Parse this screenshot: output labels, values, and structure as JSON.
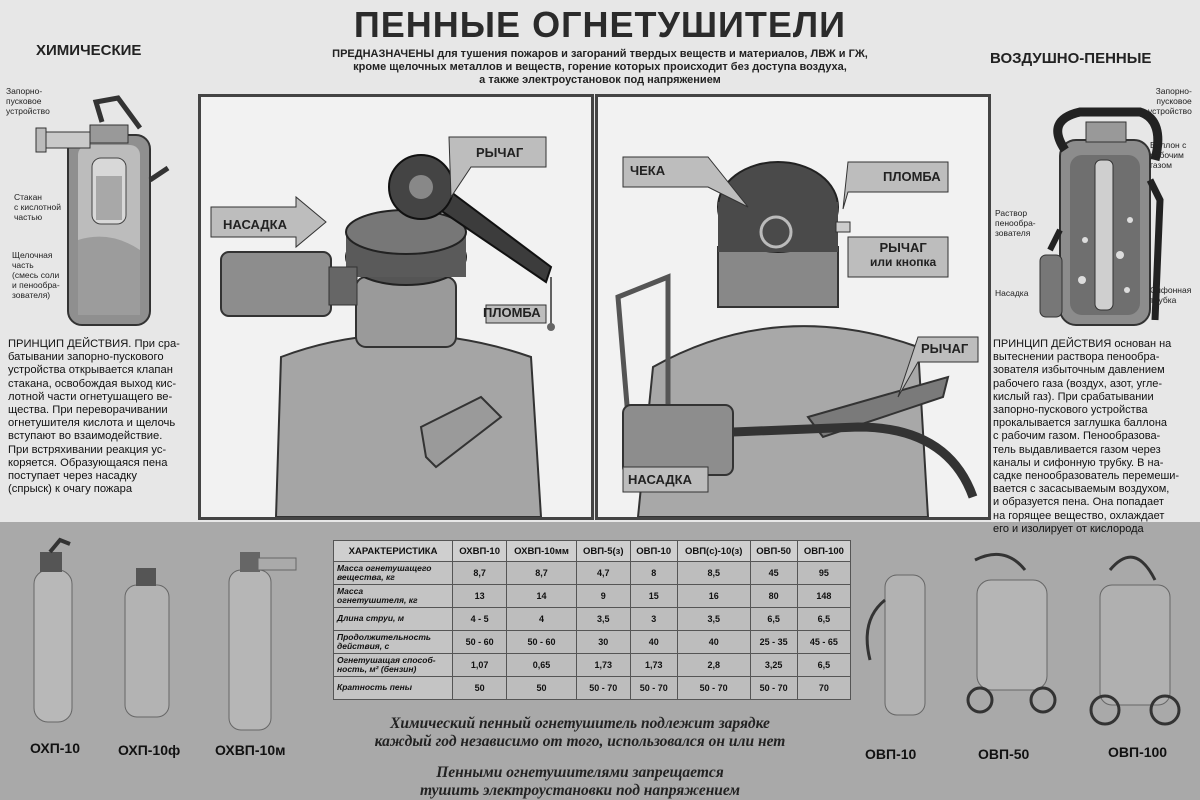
{
  "title": "ПЕННЫЕ ОГНЕТУШИТЕЛИ",
  "subtitle": [
    "ПРЕДНАЗНАЧЕНЫ для тушения пожаров и загораний твердых веществ и материалов,  ЛВЖ и ГЖ,",
    "кроме щелочных металлов и веществ, горение которых происходит без доступа воздуха,",
    "а также электроустановок под напряжением"
  ],
  "left": {
    "heading": "ХИМИЧЕСКИЕ",
    "labels": {
      "valve": [
        "Запорно-",
        "пусковое",
        "устройство"
      ],
      "cup": [
        "Стакан",
        "с кислотной",
        "частью"
      ],
      "alkali": [
        "Щелочная",
        "часть",
        "(смесь соли",
        "и пенообра-",
        "зователя)"
      ]
    },
    "principle": [
      "ПРИНЦИП ДЕЙСТВИЯ. При сра-",
      "батывании запорно-пускового",
      "устройства открывается клапан",
      "стакана, освобождая выход кис-",
      "лотной части огнетушащего ве-",
      "щества. При переворачивании",
      "огнетушителя кислота и щелочь",
      "вступают во взаимодействие.",
      "При встряхивании реакция ус-",
      "коряется. Образующаяся пена",
      "поступает через насадку",
      "(спрыск) к очагу пожара"
    ]
  },
  "right": {
    "heading": "ВОЗДУШНО-ПЕННЫЕ",
    "labels": {
      "valve": [
        "Запорно-",
        "пусковое",
        "устройство"
      ],
      "balloon": [
        "Баллон с",
        "рабочим",
        "газом"
      ],
      "solution": [
        "Раствор",
        "пенообра-",
        "зователя"
      ],
      "nozzle": "Насадка",
      "siphon": [
        "Сифонная",
        "трубка"
      ]
    },
    "principle": [
      "ПРИНЦИП ДЕЙСТВИЯ основан на",
      "вытеснении раствора пенообра-",
      "зователя избыточным давлением",
      "рабочего газа (воздух, азот,  угле-",
      "кислый газ). При срабатывании",
      "запорно-пускового устройства",
      "прокалывается заглушка баллона",
      "с рабочим газом. Пенообразова-",
      "тель  выдавливается газом через",
      "каналы и сифонную трубку. В на-",
      "садке пенообразователь перемеши-",
      "вается с засасываемым воздухом,",
      "и образуется пена.  Она попадает",
      "на горящее вещество, охлаждает",
      "его и изолирует от кислорода"
    ]
  },
  "panel1": {
    "lever": "РЫЧАГ",
    "nozzle": "НАСАДКА",
    "seal": "ПЛОМБА"
  },
  "panel2": {
    "pin": "ЧЕКА",
    "seal": "ПЛОМБА",
    "lever_button": [
      "РЫЧАГ",
      "или кнопка"
    ],
    "lever": "РЫЧАГ",
    "nozzle": "НАСАДКА"
  },
  "table": {
    "header": [
      "ХАРАКТЕРИСТИКА",
      "ОХВП-10",
      "ОХВП-10мм",
      "ОВП-5(з)",
      "ОВП-10",
      "ОВП(с)-10(з)",
      "ОВП-50",
      "ОВП-100"
    ],
    "rows": [
      {
        "name": [
          "Масса огнетушащего",
          "вещества, кг"
        ],
        "values": [
          "8,7",
          "8,7",
          "4,7",
          "8",
          "8,5",
          "45",
          "95"
        ]
      },
      {
        "name": [
          "Масса",
          "огнетушителя, кг"
        ],
        "values": [
          "13",
          "14",
          "9",
          "15",
          "16",
          "80",
          "148"
        ]
      },
      {
        "name": [
          "Длина струи, м"
        ],
        "values": [
          "4 - 5",
          "4",
          "3,5",
          "3",
          "3,5",
          "6,5",
          "6,5"
        ]
      },
      {
        "name": [
          "Продолжительность",
          "действия, с"
        ],
        "values": [
          "50 - 60",
          "50 - 60",
          "30",
          "40",
          "40",
          "25 - 35",
          "45 - 65"
        ]
      },
      {
        "name": [
          "Огнетушащая способ-",
          "ность, м² (бензин)"
        ],
        "values": [
          "1,07",
          "0,65",
          "1,73",
          "1,73",
          "2,8",
          "3,25",
          "6,5"
        ]
      },
      {
        "name": [
          "Кратность пены"
        ],
        "values": [
          "50",
          "50",
          "50 - 70",
          "50 - 70",
          "50 - 70",
          "50 - 70",
          "70"
        ]
      }
    ]
  },
  "extinguishers": [
    "ОХП-10",
    "ОХП-10ф",
    "ОХВП-10м",
    "ОВП-10",
    "ОВП-50",
    "ОВП-100"
  ],
  "notes": {
    "n1": [
      "Химический пенный огнетушитель подлежит зарядке",
      "каждый год независимо от того, использовался он или нет"
    ],
    "n2": [
      "Пенными огнетушителями запрещается",
      "тушить электроустановки под напряжением"
    ]
  }
}
